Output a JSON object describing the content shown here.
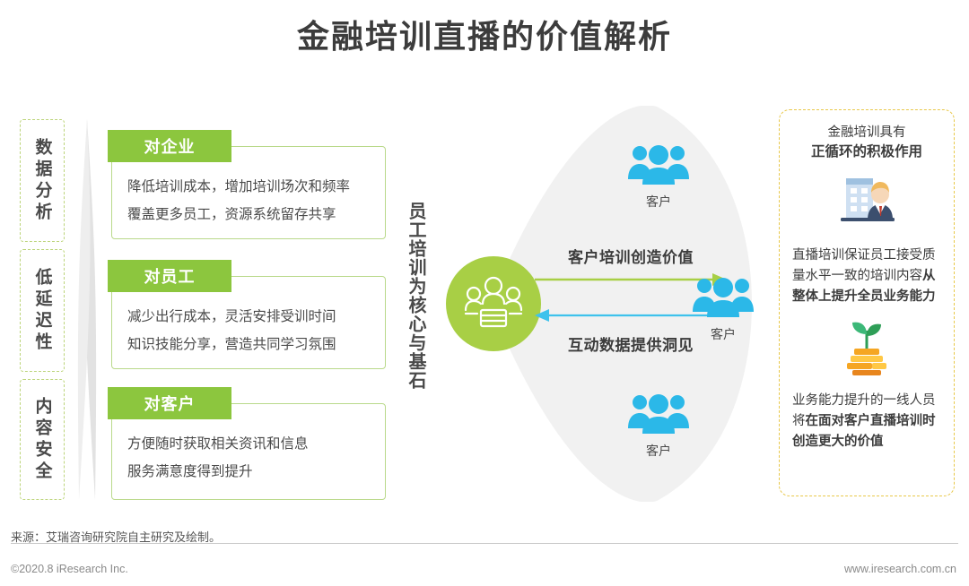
{
  "title": "金融培训直播的价值解析",
  "pillars": [
    {
      "label": "数据分析"
    },
    {
      "label": "低延迟性"
    },
    {
      "label": "内容安全"
    }
  ],
  "cards": [
    {
      "head": "对企业",
      "lines": [
        "降低培训成本，增加培训场次和频率",
        "覆盖更多员工，资源系统留存共享"
      ]
    },
    {
      "head": "对员工",
      "lines": [
        "减少出行成本，灵活安排受训时间",
        "知识技能分享，营造共同学习氛围"
      ]
    },
    {
      "head": "对客户",
      "lines": [
        "方便随时获取相关资讯和信息",
        "服务满意度得到提升"
      ]
    }
  ],
  "center_caption": "员工培训为核心与基石",
  "diagram": {
    "center_icon": "group-people-icon",
    "arrow_top_label": "客户培训创造价值",
    "arrow_bottom_label": "互动数据提供洞见",
    "arrow_top_color": "#a8cf45",
    "arrow_bottom_color": "#3ec2ec",
    "nodes": [
      {
        "icon": "customers-group-icon",
        "caption": "客户"
      },
      {
        "icon": "customers-group-icon",
        "caption": "客户"
      },
      {
        "icon": "customers-group-icon",
        "caption": "客户"
      }
    ]
  },
  "right_panel": {
    "head_line1": "金融培训具有",
    "head_line2": "正循环的积极作用",
    "icon1": "businessman-building-icon",
    "block1_plain1": "直播培训保证员工接受质量水平一致的培训内容",
    "block1_bold": "从整体上提升全员业务能力",
    "icon2": "sprout-coins-icon",
    "block2_plain1": "业务能力提升的一线人员将",
    "block2_bold": "在面对客户直播培训时创造更大的价值"
  },
  "footer": {
    "source": "来源：艾瑞咨询研究院自主研究及绘制。",
    "copyright": "©2020.8 iResearch Inc.",
    "site": "www.iresearch.com.cn"
  },
  "colors": {
    "green": "#8cc63e",
    "light_green": "#a8cf45",
    "blue": "#2bb8e8",
    "yellow_dash": "#e8c84a",
    "gray_shape": "#ebebeb"
  }
}
